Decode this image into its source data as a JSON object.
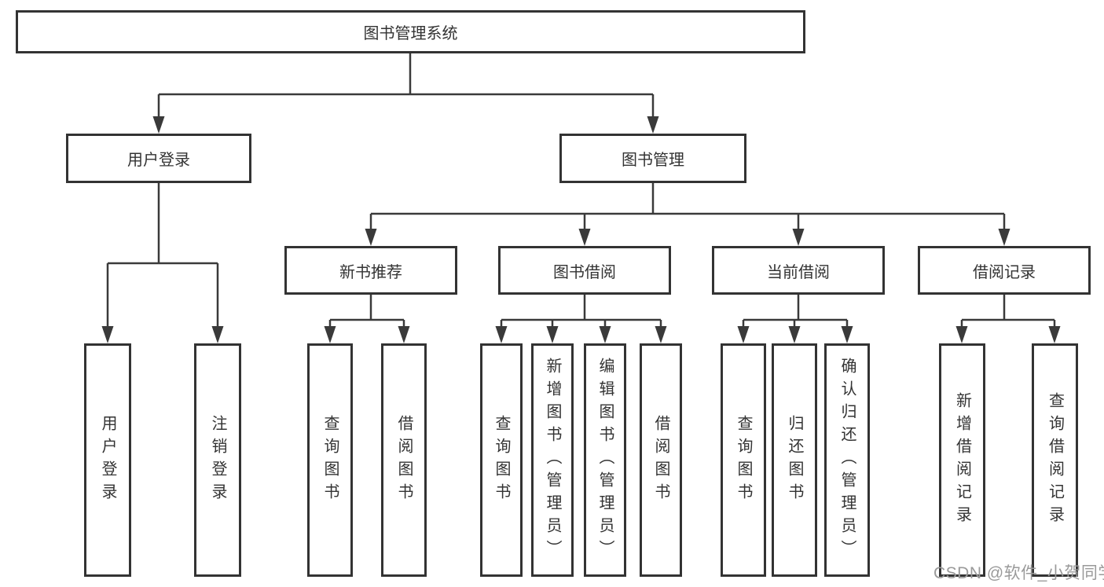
{
  "diagram": {
    "type": "hierarchy",
    "root": {
      "label": "图书管理系统",
      "children": [
        {
          "label": "用户登录",
          "children": [
            {
              "label": "用户登录"
            },
            {
              "label": "注销登录"
            }
          ]
        },
        {
          "label": "图书管理",
          "children": [
            {
              "label": "新书推荐",
              "children": [
                {
                  "label": "查询图书"
                },
                {
                  "label": "借阅图书"
                }
              ]
            },
            {
              "label": "图书借阅",
              "children": [
                {
                  "label": "查询图书"
                },
                {
                  "label": "新增图书（管理员）"
                },
                {
                  "label": "编辑图书（管理员）"
                },
                {
                  "label": "借阅图书"
                }
              ]
            },
            {
              "label": "当前借阅",
              "children": [
                {
                  "label": "查询图书"
                },
                {
                  "label": "归还图书"
                },
                {
                  "label": "确认归还（管理员）"
                }
              ]
            },
            {
              "label": "借阅记录",
              "children": [
                {
                  "label": "新增借阅记录"
                },
                {
                  "label": "查询借阅记录"
                }
              ]
            }
          ]
        }
      ]
    }
  },
  "watermark": {
    "text": "CSDN @软件_小贺同学"
  },
  "colors": {
    "line": "#3a3a3a",
    "border": "#333333",
    "text": "#333333",
    "box_fill": "#ffffff",
    "watermark": "#9a9a9a",
    "background": "#ffffff"
  }
}
